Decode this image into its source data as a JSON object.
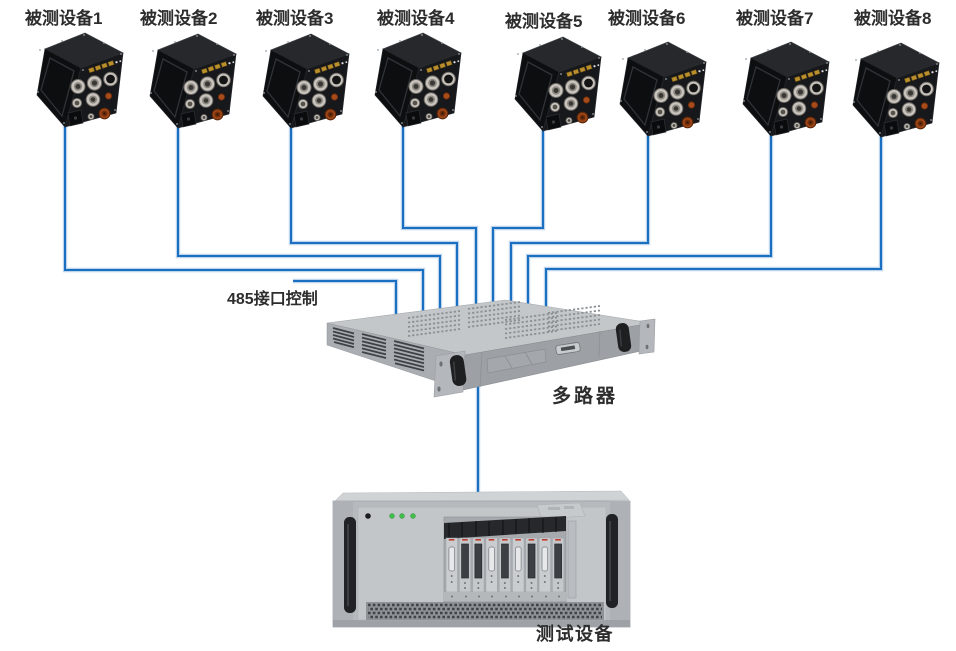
{
  "diagram": {
    "type": "system-connection-diagram",
    "colors": {
      "cable": "#1a6fc0",
      "cable_halo": "#bdd6ee",
      "label_text": "#2d2d2d",
      "device_body": "#17181b",
      "chassis_body": "#b6babe"
    },
    "devices_under_test": [
      {
        "label": "被测设备1"
      },
      {
        "label": "被测设备2"
      },
      {
        "label": "被测设备3"
      },
      {
        "label": "被测设备4"
      },
      {
        "label": "被测设备5"
      },
      {
        "label": "被测设备6"
      },
      {
        "label": "被测设备7"
      },
      {
        "label": "被测设备8"
      }
    ],
    "bus_label": "485接口控制",
    "multiplexer_label": "多路器",
    "test_equipment_label": "测试设备"
  }
}
